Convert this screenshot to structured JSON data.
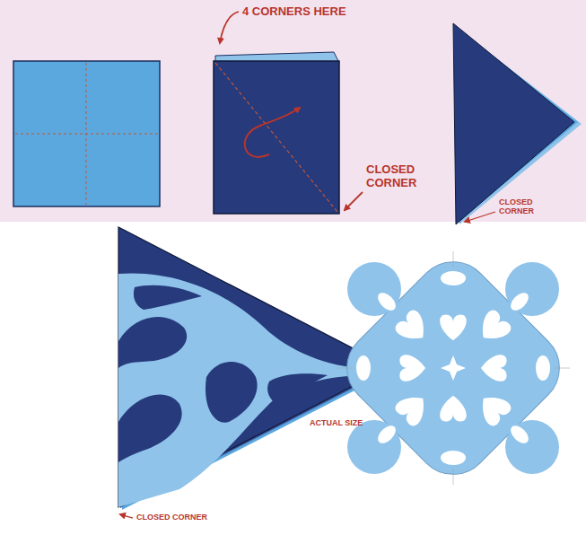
{
  "diagram": {
    "labels": [
      "4 CORNERS HERE",
      "CLOSED CORNER",
      "CLOSED CORNER",
      "ACTUAL SIZE",
      "CLOSED CORNER"
    ]
  }
}
